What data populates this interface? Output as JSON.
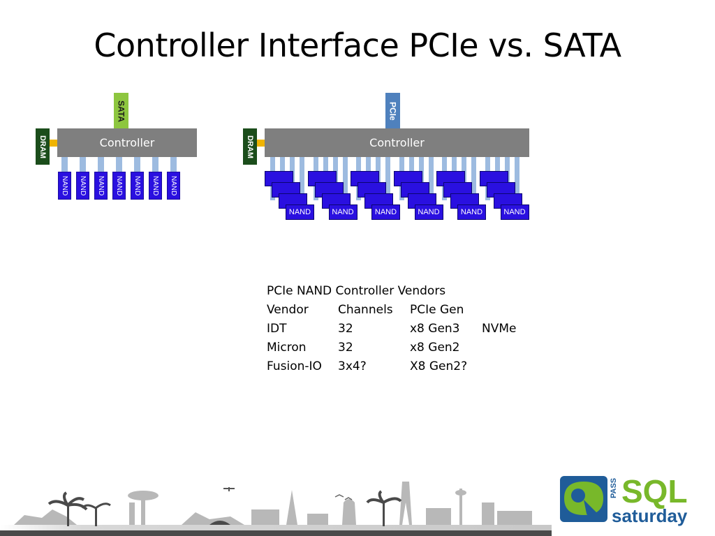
{
  "title": "Controller Interface PCIe vs. SATA",
  "sata_diagram": {
    "bus_label": "SATA",
    "controller_label": "Controller",
    "dram_label": "DRAM",
    "nand_labels": [
      "NAND",
      "NAND",
      "NAND",
      "NAND",
      "NAND",
      "NAND",
      "NAND"
    ]
  },
  "pcie_diagram": {
    "bus_label": "PCIe",
    "controller_label": "Controller",
    "dram_label": "DRAM",
    "nand_labels": [
      "NAND",
      "NAND",
      "NAND",
      "NAND",
      "NAND",
      "NAND"
    ]
  },
  "vendor_table": {
    "title": "PCIe NAND Controller Vendors",
    "header": [
      "Vendor",
      "Channels",
      "PCIe Gen",
      ""
    ],
    "rows": [
      [
        "IDT",
        "32",
        "x8 Gen3",
        "NVMe"
      ],
      [
        "Micron",
        "32",
        "x8 Gen2",
        ""
      ],
      [
        "Fusion-IO",
        "3x4?",
        "X8 Gen2?",
        ""
      ]
    ]
  },
  "logo": {
    "small_text": "PASS",
    "main_text": "SQL",
    "sub_text": "saturday"
  },
  "colors": {
    "sata_tab": "#8dc63f",
    "pcie_tab": "#4f81bd",
    "controller": "#7f7f7f",
    "dram": "#1b4d1b",
    "dram_link": "#f0b400",
    "lane": "#9dbbe0",
    "nand": "#2a10e0",
    "logo_blue": "#1f5c99",
    "logo_green": "#78b82a"
  }
}
